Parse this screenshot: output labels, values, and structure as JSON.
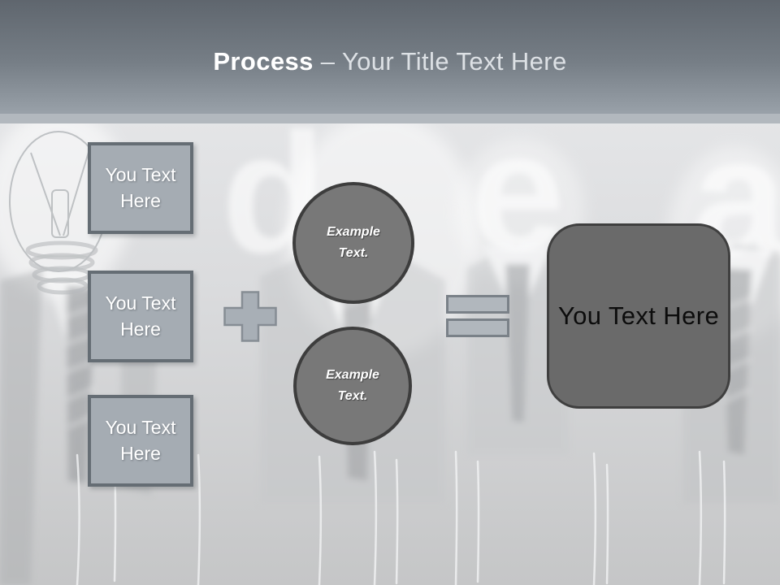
{
  "slide_title": {
    "emphasis": "Process",
    "rest": "– Your Title Text Here"
  },
  "background": {
    "word_letters": [
      "d",
      "e",
      "a"
    ]
  },
  "equation": {
    "inputs": [
      {
        "label": "You Text Here"
      },
      {
        "label": "You Text Here"
      },
      {
        "label": "You Text Here"
      }
    ],
    "operators": {
      "plus": "+",
      "equals": "="
    },
    "middle_circles": [
      {
        "label": "Example Text."
      },
      {
        "label": "Example Text."
      }
    ],
    "result": {
      "label": "You Text Here"
    }
  },
  "colors": {
    "header_gradient_top": "#5f666e",
    "header_gradient_bottom": "#99a1a9",
    "header_accent_band": "#b2b8be",
    "title_text": "#ffffff",
    "input_box_fill": "#a5acb3",
    "input_box_border": "#656d74",
    "input_box_text": "#ffffff",
    "operator_fill": "#a8afb6",
    "operator_border": "#868d94",
    "circle_fill": "#787878",
    "circle_border": "#3d3d3d",
    "circle_text": "#ffffff",
    "result_fill": "#6a6a6a",
    "result_border": "#3f3f3f",
    "result_text": "#0c0c0c",
    "canvas_top": "#ebecee",
    "canvas_bottom": "#c5c6c7"
  }
}
